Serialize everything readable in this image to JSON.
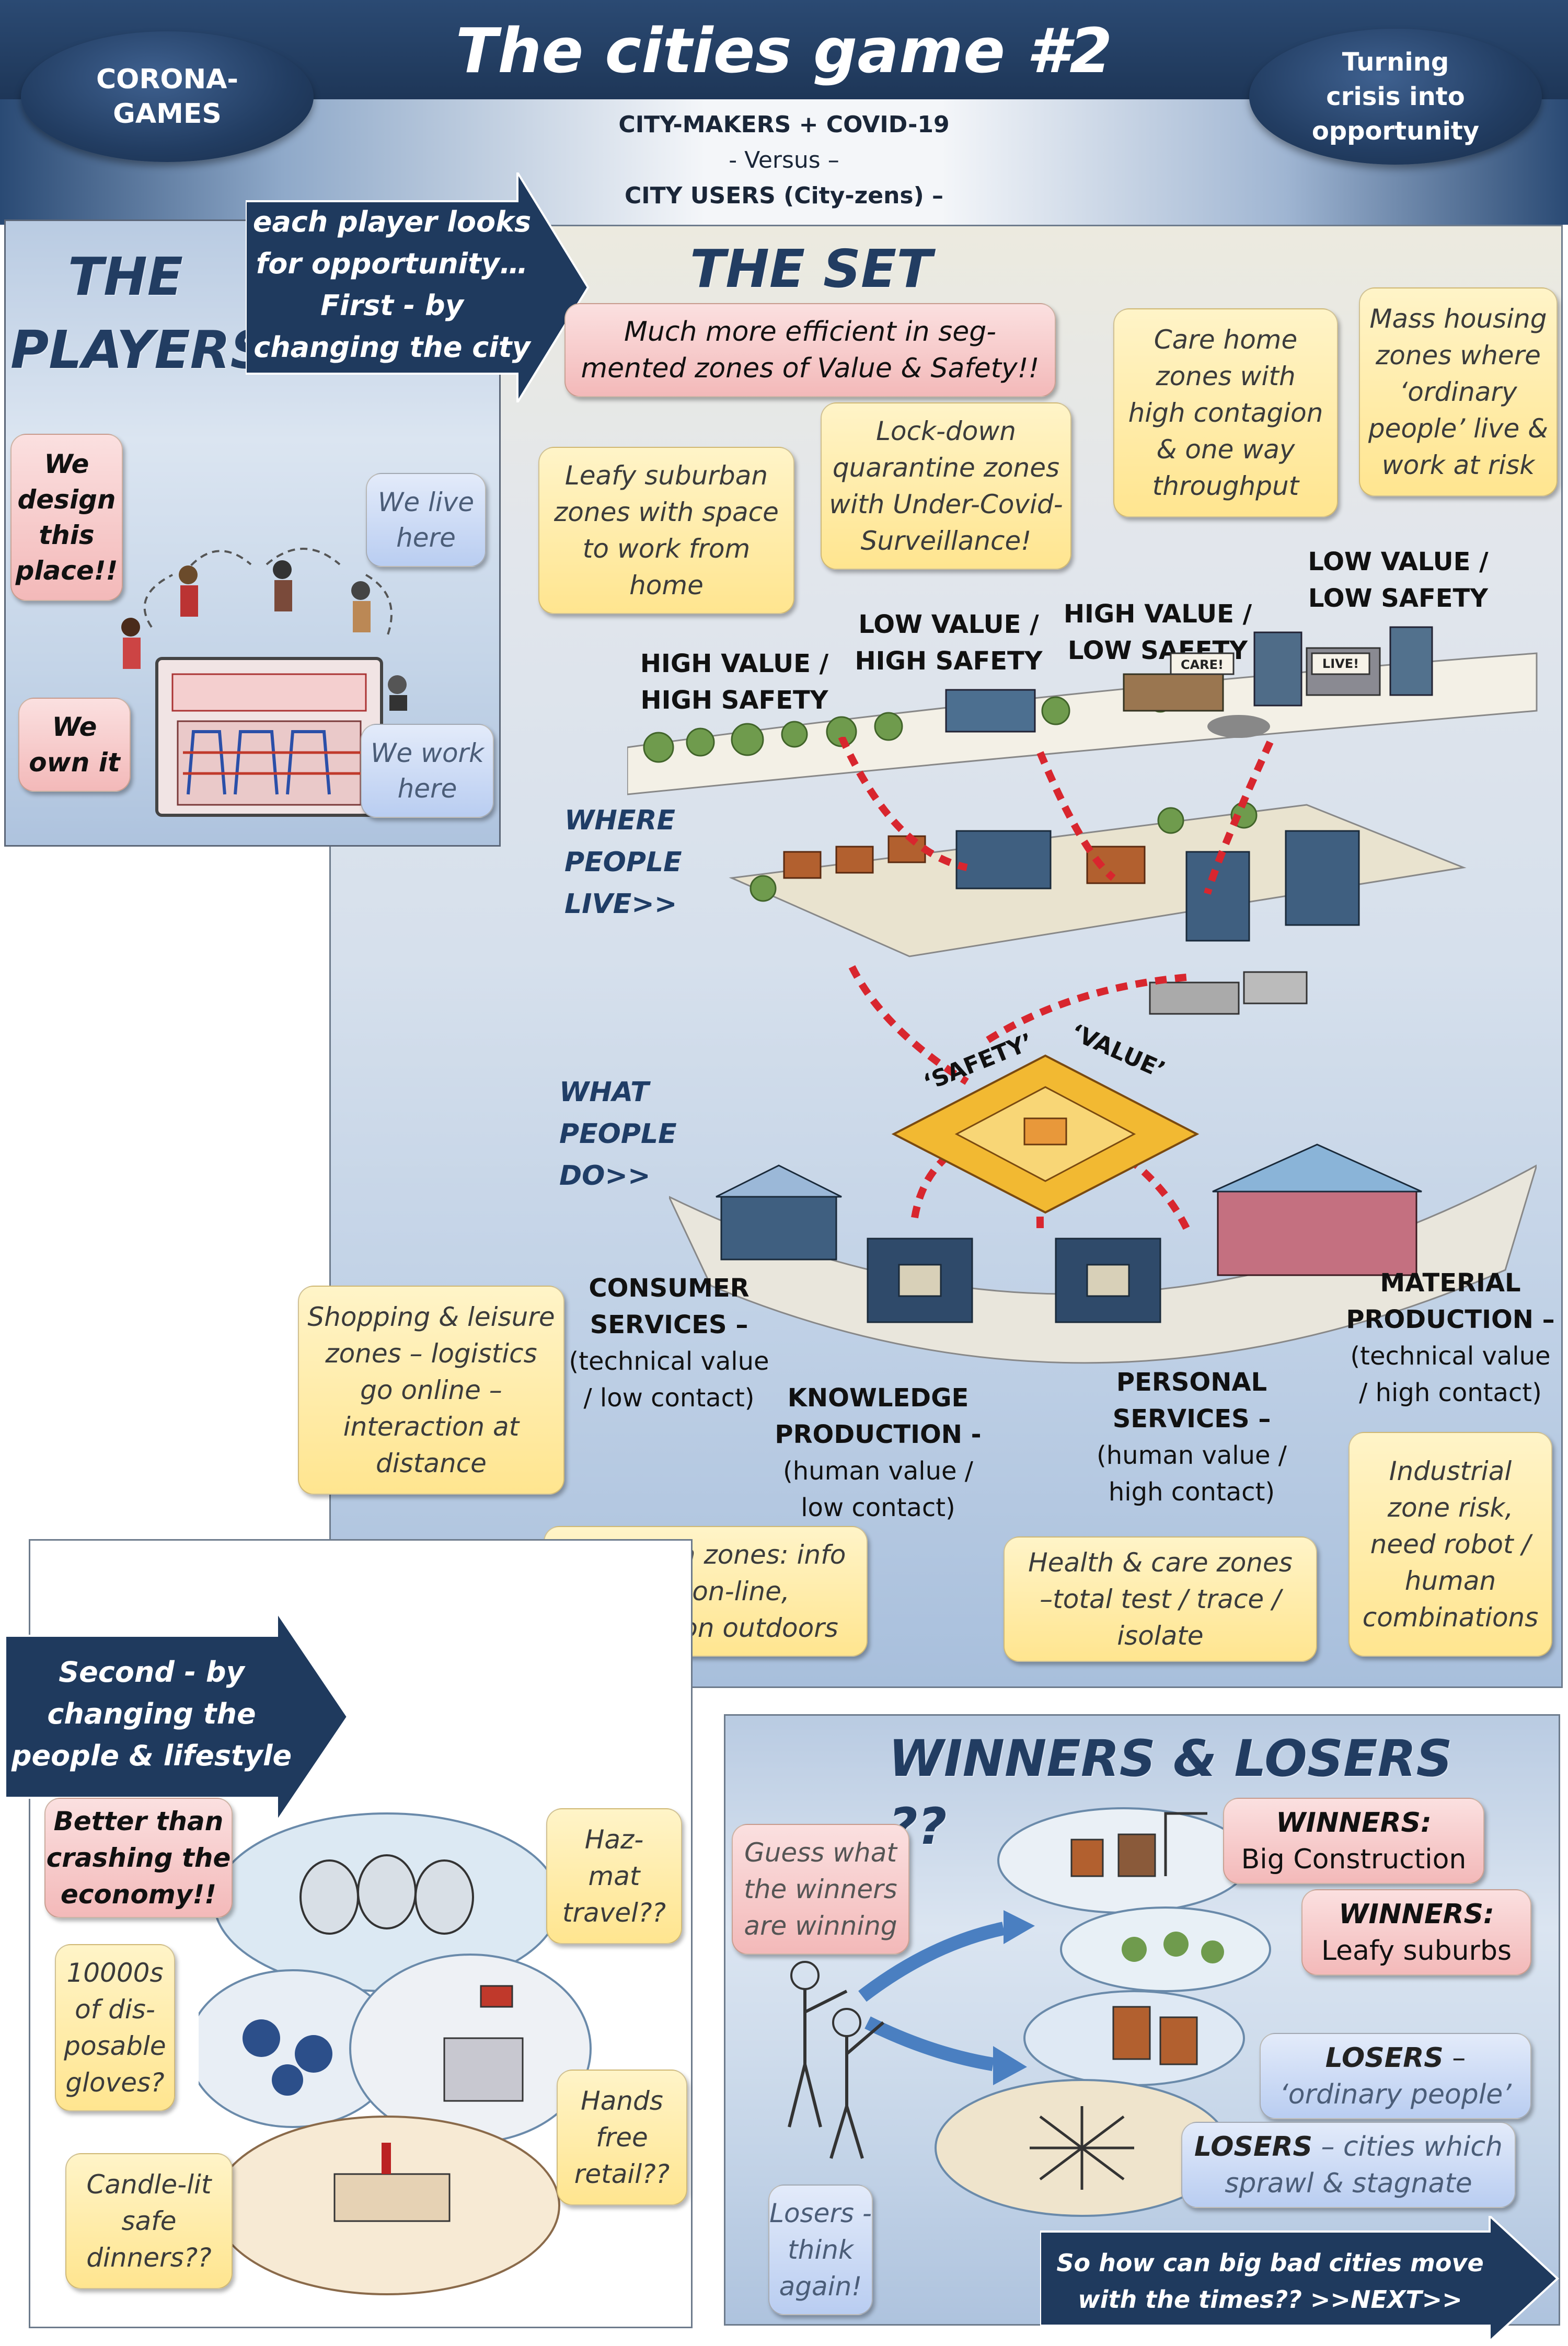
{
  "header": {
    "title": "The cities game #2",
    "left_badge": [
      "CORONA-",
      "GAMES"
    ],
    "right_badge": [
      "Turning",
      "crisis into",
      "opportunity"
    ],
    "subtitle": [
      "CITY-MAKERS + COVID-19",
      "- Versus –",
      "CITY USERS (City-zens) –"
    ]
  },
  "players": {
    "heading": [
      "THE",
      "PLAYERS"
    ],
    "arrow_text": [
      "each player looks",
      "for opportunity…",
      "First - by",
      "changing the city"
    ],
    "bubbles": {
      "design": [
        "We",
        "design",
        "this",
        "place!!"
      ],
      "live": [
        "We live",
        "here"
      ],
      "own": [
        "We",
        "own it"
      ],
      "work": [
        "We work",
        "here"
      ]
    }
  },
  "set": {
    "heading": "THE SET",
    "efficient": [
      "Much more efficient in seg-",
      "mented zones of Value & Safety!!"
    ],
    "bubbles": {
      "leafy": [
        "Leafy suburban",
        "zones with space",
        "to work from",
        "home"
      ],
      "lockdown": [
        "Lock-down",
        "quarantine zones",
        "with Under-Covid-",
        "Surveillance!"
      ],
      "carehome": [
        "Care home",
        "zones with",
        "high contagion",
        "& one way",
        "throughput"
      ],
      "mass": [
        "Mass housing",
        "zones where",
        "‘ordinary",
        "people’ live &",
        "work at risk"
      ],
      "shopping": [
        "Shopping & leisure",
        "zones – logistics",
        "go online –",
        "interaction at",
        "distance"
      ],
      "education": [
        "Education zones: info",
        "goes on-line,",
        "interaction outdoors"
      ],
      "health": [
        "Health & care zones",
        "–total test / trace /",
        "isolate"
      ],
      "industrial": [
        "Industrial",
        "zone risk,",
        "need robot /",
        "human",
        "combinations"
      ]
    },
    "zones": {
      "hv_hs": [
        "HIGH VALUE /",
        "HIGH SAFETY"
      ],
      "lv_hs": [
        "LOW VALUE /",
        "HIGH SAFETY"
      ],
      "hv_ls": [
        "HIGH VALUE /",
        "LOW SAFETY"
      ],
      "lv_ls": [
        "LOW VALUE /",
        "LOW SAFETY"
      ]
    },
    "where_live": [
      "WHERE",
      "PEOPLE",
      "LIVE>>"
    ],
    "what_do": [
      "WHAT",
      "PEOPLE",
      "DO>>"
    ],
    "axes": {
      "safety": "‘SAFETY’",
      "value": "‘VALUE’"
    },
    "sign_labels": {
      "care": "CARE!",
      "live": "LIVE!"
    },
    "sectors": {
      "consumer": {
        "title": [
          "CONSUMER",
          "SERVICES –"
        ],
        "sub": [
          "(technical value",
          "/ low contact)"
        ]
      },
      "knowledge": {
        "title": [
          "KNOWLEDGE",
          "PRODUCTION -"
        ],
        "sub": [
          "(human value /",
          "low contact)"
        ]
      },
      "personal": {
        "title": [
          "PERSONAL",
          "SERVICES –"
        ],
        "sub": [
          "(human value /",
          "high contact)"
        ]
      },
      "material": {
        "title": [
          "MATERIAL",
          "PRODUCTION –"
        ],
        "sub": [
          "(technical value",
          "/ high contact)"
        ]
      }
    }
  },
  "second": {
    "arrow_text": [
      "Second  - by",
      "changing the",
      "people & lifestyle"
    ],
    "bubbles": {
      "better": [
        "Better than",
        "crashing the",
        "economy!!"
      ],
      "hazmat": [
        "Haz-",
        "mat",
        "travel??"
      ],
      "gloves": [
        "10000s",
        "of dis-",
        "posable",
        "gloves?"
      ],
      "handsfree": [
        "Hands",
        "free",
        "retail??"
      ],
      "candle": [
        "Candle-lit",
        "safe",
        "dinners??"
      ]
    }
  },
  "winners": {
    "heading": "WINNERS & LOSERS ??",
    "guess": [
      "Guess what",
      "the winners",
      "are winning"
    ],
    "losers_think": [
      "Losers -",
      "think",
      "again!"
    ],
    "w1": {
      "title": "WINNERS:",
      "text": "Big Construction"
    },
    "w2": {
      "title": "WINNERS:",
      "text": "Leafy suburbs"
    },
    "l1": {
      "title": "LOSERS",
      "dash": " –",
      "text": "‘ordinary people’"
    },
    "l2": {
      "title": "LOSERS",
      "dash": " – cities which",
      "text": "sprawl & stagnate"
    },
    "next": [
      "So how can big bad cities move",
      "with the times?? >>NEXT>>"
    ]
  }
}
